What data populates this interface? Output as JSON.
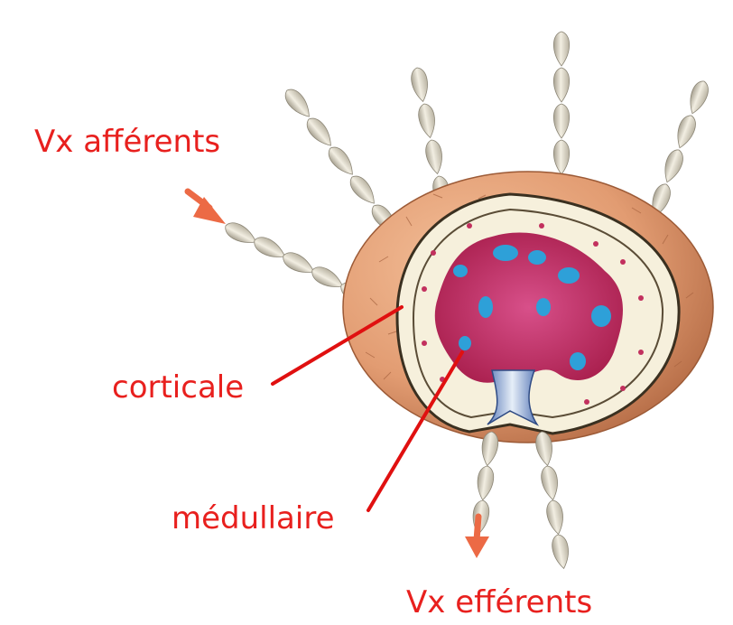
{
  "labels": {
    "afferent": "Vx afférents",
    "corticale": "corticale",
    "medullaire": "médullaire",
    "efferent": "Vx efférents"
  },
  "colors": {
    "label_text": "#e8201e",
    "pointer_line": "#e01010",
    "flow_arrow": "#ec6a45",
    "capsule": "#e8a57e",
    "capsule_shadow": "#b8704a",
    "cortex": "#f6f0dc",
    "medulla": "#c2305e",
    "germinal_center": "#2ea0d8",
    "vessel": "#d6d0c0"
  }
}
